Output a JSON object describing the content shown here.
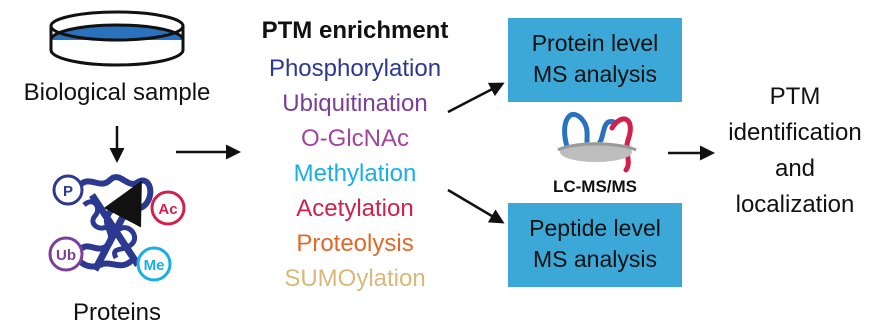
{
  "left": {
    "sample_label": "Biological sample",
    "proteins_label": "Proteins",
    "modifications": {
      "p": "P",
      "ac": "Ac",
      "ub": "Ub",
      "me": "Me"
    }
  },
  "enrichment": {
    "title": "PTM enrichment",
    "items": [
      {
        "label": "Phosphorylation",
        "color": "#2b3990"
      },
      {
        "label": "Ubiquitination",
        "color": "#7b3f98"
      },
      {
        "label": "O-GlcNAc",
        "color": "#a0479d"
      },
      {
        "label": "Methylation",
        "color": "#1aaee6"
      },
      {
        "label": "Acetylation",
        "color": "#d2204c"
      },
      {
        "label": "Proteolysis",
        "color": "#e2682a"
      },
      {
        "label": "SUMOylation",
        "color": "#d8b97a"
      }
    ]
  },
  "boxes": {
    "protein": {
      "line1": "Protein level",
      "line2": "MS analysis"
    },
    "peptide": {
      "line1": "Peptide level",
      "line2": "MS analysis"
    },
    "color": "#3ba8d8"
  },
  "lcms_label": "LC-MS/MS",
  "result": {
    "line1": "PTM",
    "line2": "identification",
    "line3": "and",
    "line4": "localization"
  },
  "colors": {
    "dish_blue": "#2a72bd",
    "protein_navy": "#2b3990",
    "mod_purple": "#7b3f98",
    "mod_red": "#d2204c",
    "mod_cyan": "#1aaee6"
  }
}
